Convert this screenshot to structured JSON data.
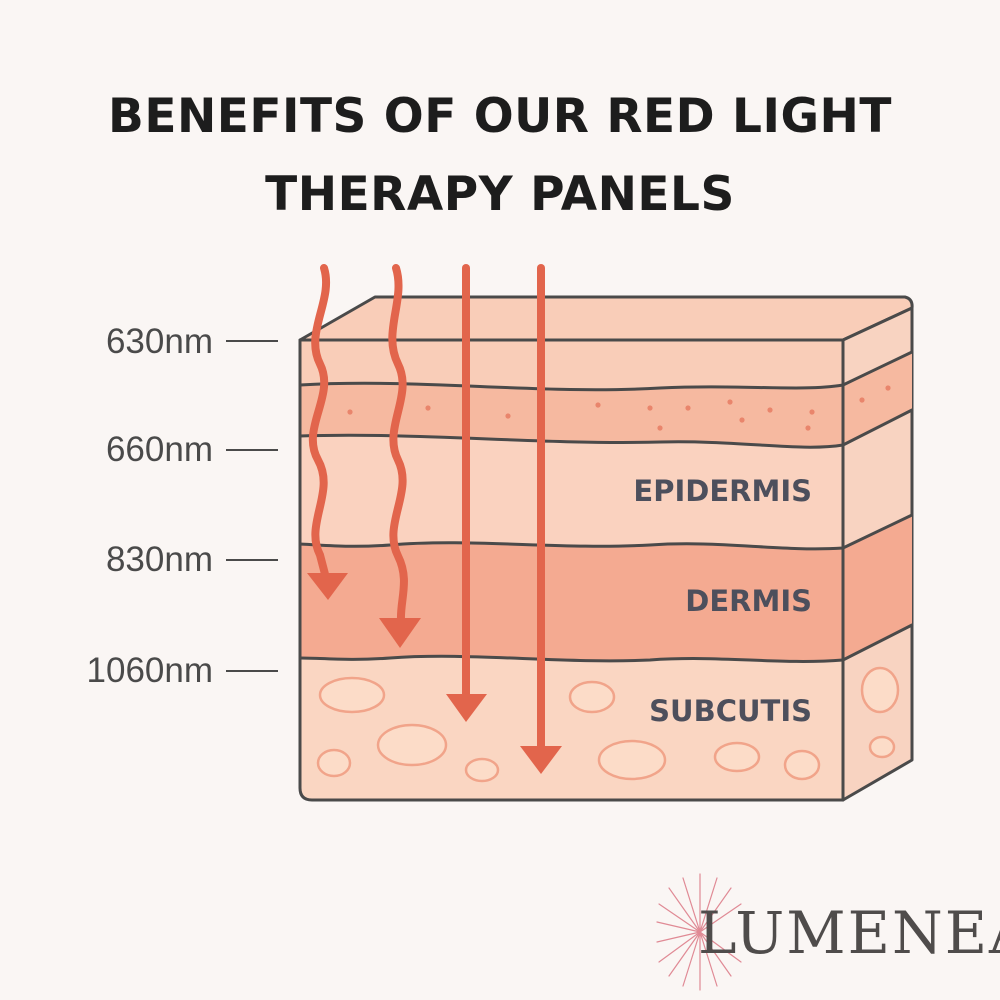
{
  "title": {
    "line1": "BENEFITS OF OUR RED LIGHT",
    "line2": "THERAPY PANELS"
  },
  "wavelengths": [
    "630nm",
    "660nm",
    "830nm",
    "1060nm"
  ],
  "layers": {
    "epidermis": "EPIDERMIS",
    "dermis": "DERMIS",
    "subcutis": "SUBCUTIS"
  },
  "brand": {
    "name": "LUMENEA"
  },
  "colors": {
    "background": "#faf6f4",
    "arrow": "#e2654c",
    "top_layer": "#f9cdb8",
    "band": "#f6b9a0",
    "epidermis": "#fad2bf",
    "dermis": "#f4aa91",
    "subcutis": "#fad6c2",
    "outline": "#4a4a4a",
    "burst": "#e08a95"
  }
}
